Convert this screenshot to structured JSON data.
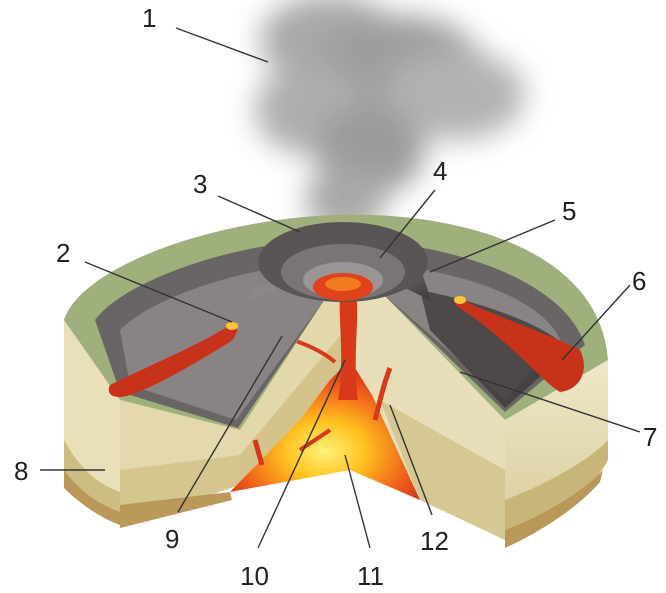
{
  "diagram": {
    "labels": [
      {
        "id": "1",
        "text": "1"
      },
      {
        "id": "2",
        "text": "2"
      },
      {
        "id": "3",
        "text": "3"
      },
      {
        "id": "4",
        "text": "4"
      },
      {
        "id": "5",
        "text": "5"
      },
      {
        "id": "6",
        "text": "6"
      },
      {
        "id": "7",
        "text": "7"
      },
      {
        "id": "8",
        "text": "8"
      },
      {
        "id": "9",
        "text": "9"
      },
      {
        "id": "10",
        "text": "10"
      },
      {
        "id": "11",
        "text": "11"
      },
      {
        "id": "12",
        "text": "12"
      }
    ]
  },
  "colors": {
    "surface_green": "#9fb07c",
    "rock_dark": "#4a4646",
    "rock_mid": "#7a7474",
    "ash_light": "#b5b0ad",
    "lava": "#d13a1a",
    "lava_bright": "#f26a1f",
    "magma_core": "#ffd23a",
    "strata_light": "#efe6c5",
    "strata_mid": "#ddd2a3",
    "strata_base": "#b99a5c"
  }
}
